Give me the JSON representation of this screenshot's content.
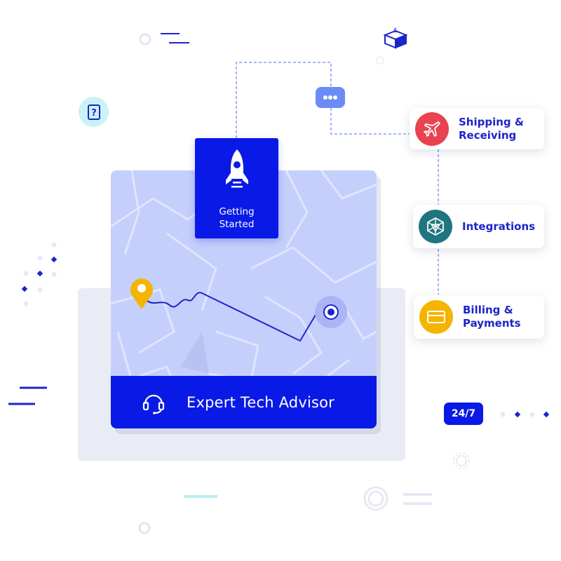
{
  "getting_started": {
    "label_line1": "Getting",
    "label_line2": "Started",
    "icon": "rocket-icon"
  },
  "advisor": {
    "label": "Expert Tech Advisor",
    "icon": "headset-icon"
  },
  "features": [
    {
      "line1": "Shipping &",
      "line2": "Receiving",
      "icon": "airplane-icon",
      "color": "#e9434f"
    },
    {
      "line1": "Integrations",
      "line2": "",
      "icon": "hexagon-network-icon",
      "color": "#1f7680"
    },
    {
      "line1": "Billing &",
      "line2": "Payments",
      "icon": "credit-card-icon",
      "color": "#f5b400"
    }
  ],
  "badge_247": "24/7",
  "colors": {
    "primary_blue": "#0a1ae6",
    "map_blue": "#c5cffb",
    "pin_orange": "#f5b400",
    "dots_pill": "#6b8cf5"
  }
}
